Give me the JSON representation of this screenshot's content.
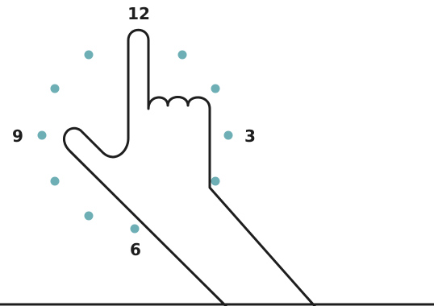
{
  "colors": {
    "dot": "#6eafb5",
    "stroke": "#1e1e1e",
    "background": "#ffffff"
  },
  "clock": {
    "labels": {
      "twelve": "12",
      "three": "3",
      "six": "6",
      "nine": "9"
    },
    "dot_count": 10
  },
  "icon": {
    "name": "pointing-hand-icon"
  }
}
